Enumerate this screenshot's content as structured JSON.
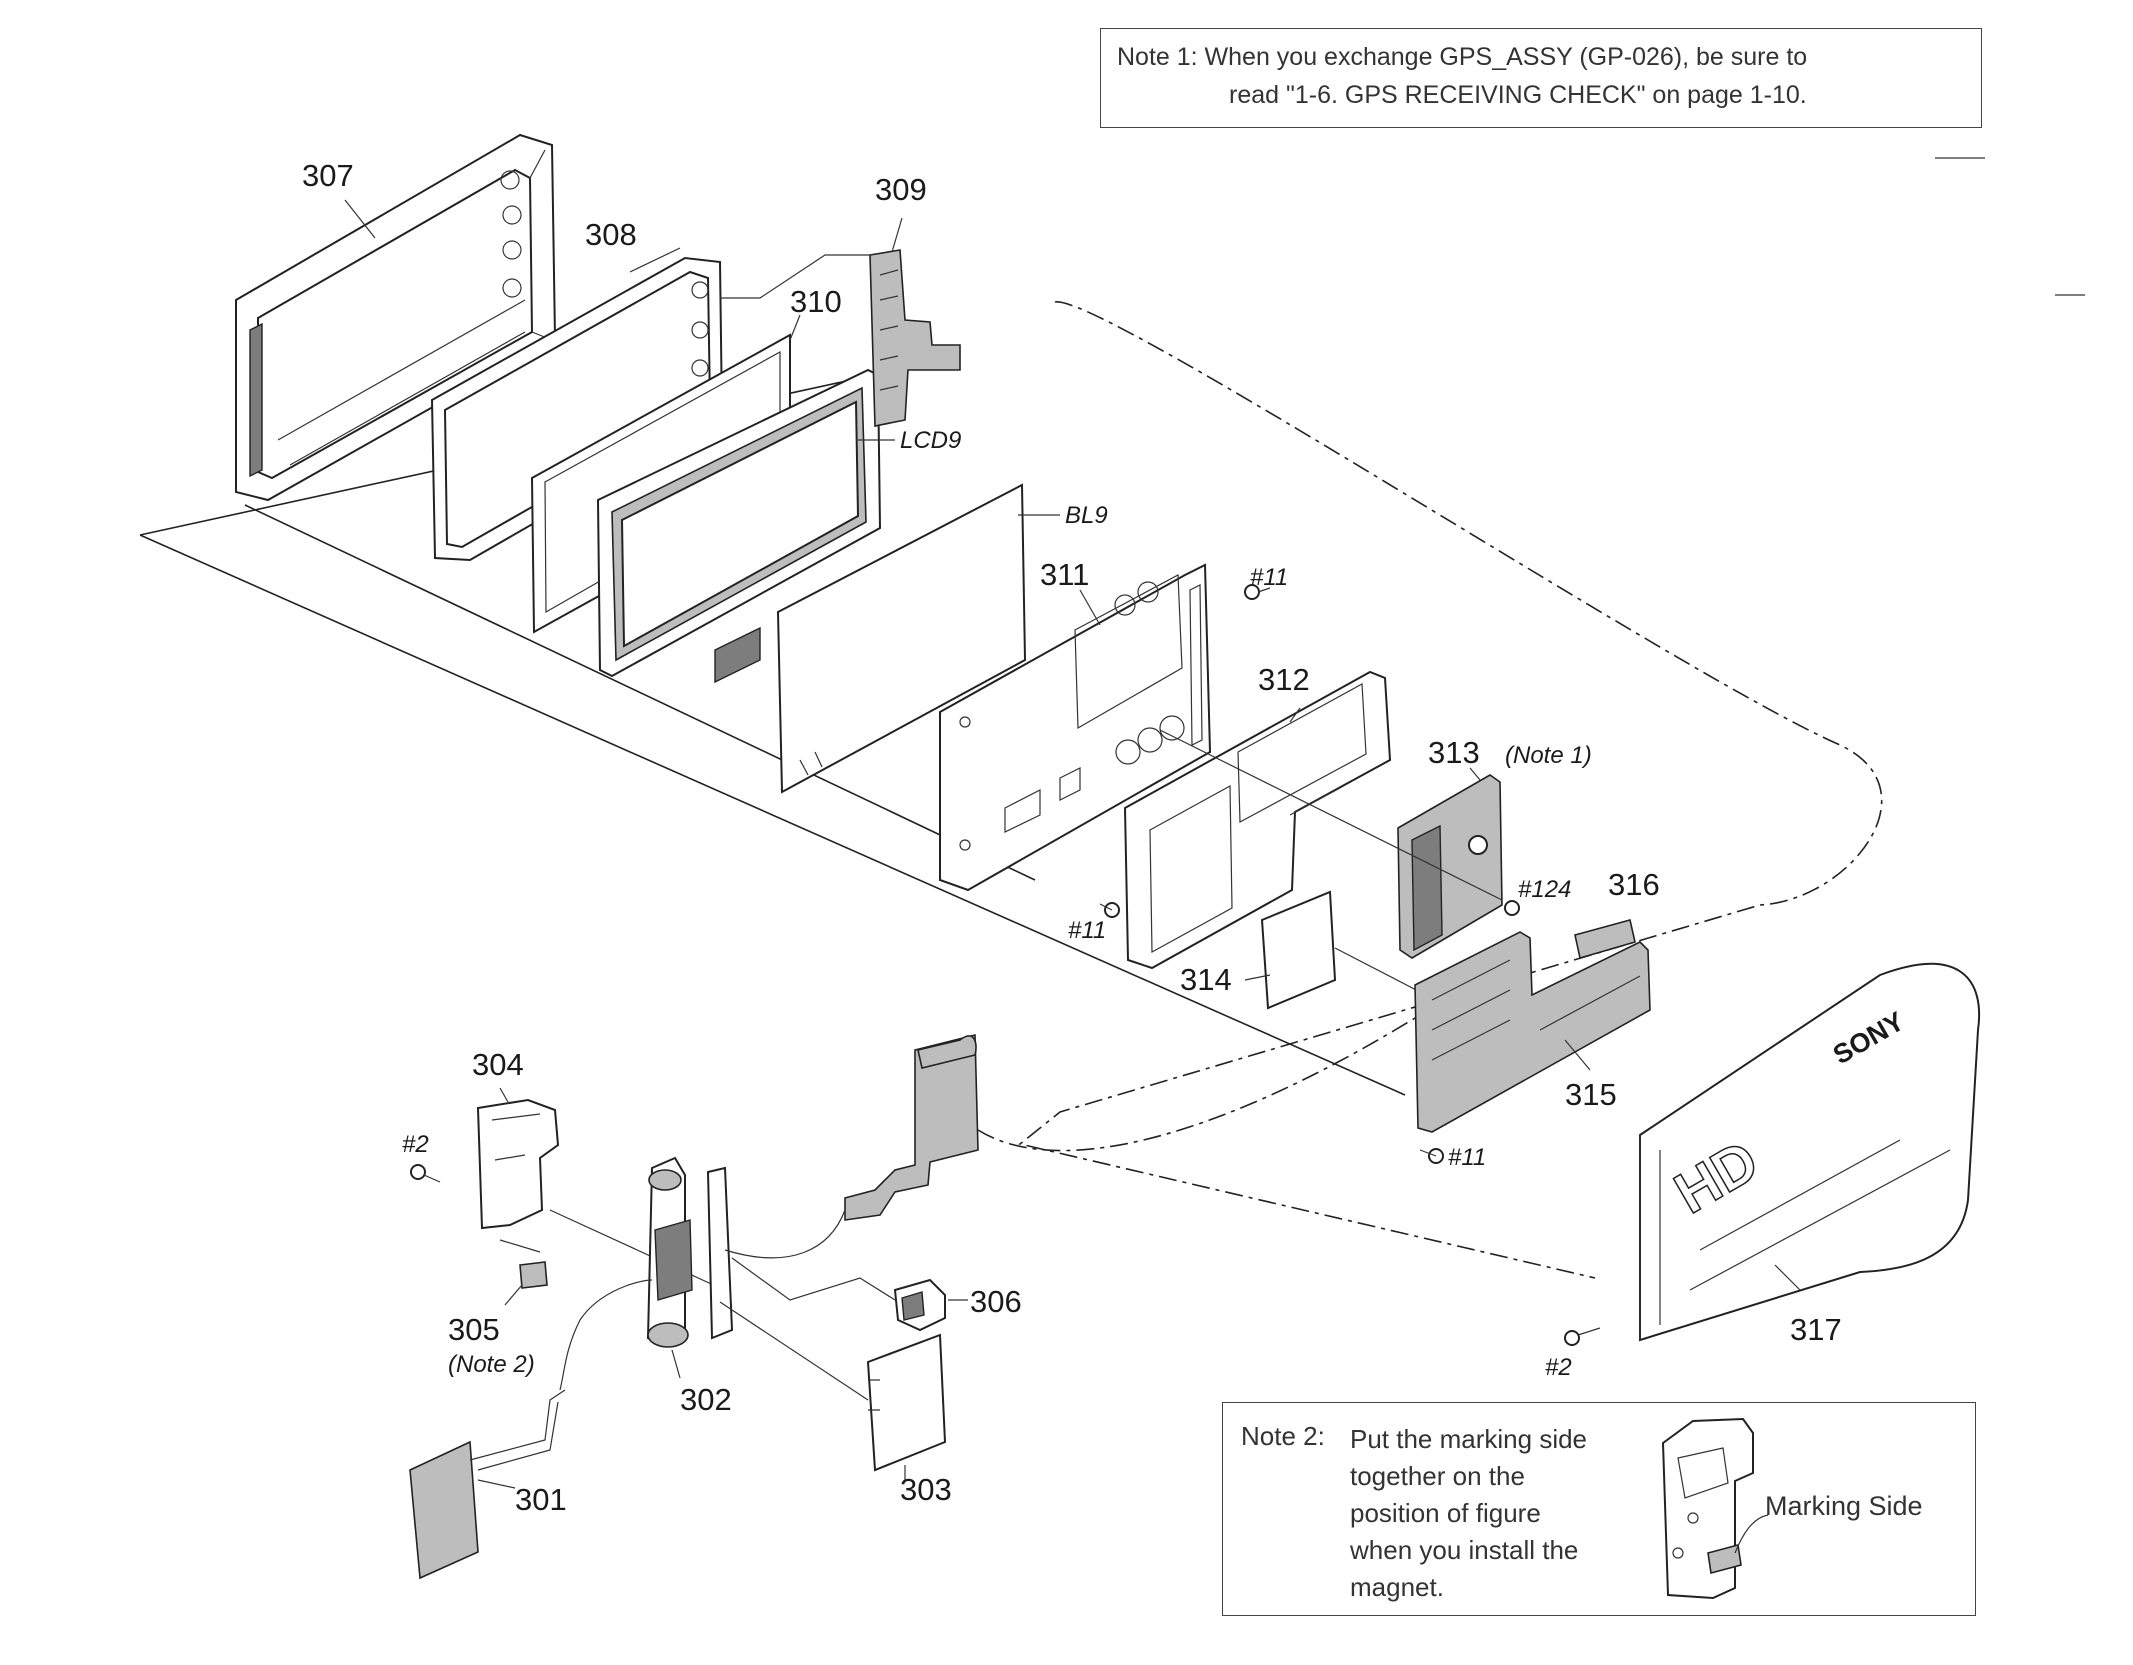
{
  "note1": {
    "line1": "Note 1: When you exchange GPS_ASSY (GP-026), be sure to",
    "line2": "read \"1-6. GPS RECEIVING CHECK\" on page 1-10."
  },
  "note2": {
    "label": "Note 2:",
    "text": "Put the marking side together on the position of figure when you install the magnet.",
    "marking_side": "Marking Side"
  },
  "parts": {
    "p301": "301",
    "p302": "302",
    "p303": "303",
    "p304": "304",
    "p305": "305",
    "p305_note": "(Note 2)",
    "p306": "306",
    "p307": "307",
    "p308": "308",
    "p309": "309",
    "p310": "310",
    "p311": "311",
    "p312": "312",
    "p313": "313",
    "p313_note": "(Note 1)",
    "p314": "314",
    "p315": "315",
    "p316": "316",
    "p317": "317",
    "lcd9": "LCD9",
    "bl9": "BL9",
    "screw11_a": "#11",
    "screw11_b": "#11",
    "screw11_c": "#11",
    "screw124": "#124",
    "screw2_a": "#2",
    "screw2_b": "#2"
  },
  "brand": {
    "logo": "SONY",
    "hd": "HD"
  },
  "colors": {
    "ink": "#1a1a1a",
    "shade": "#bdbdbd",
    "dark": "#7d7d7d",
    "paper": "#ffffff"
  }
}
